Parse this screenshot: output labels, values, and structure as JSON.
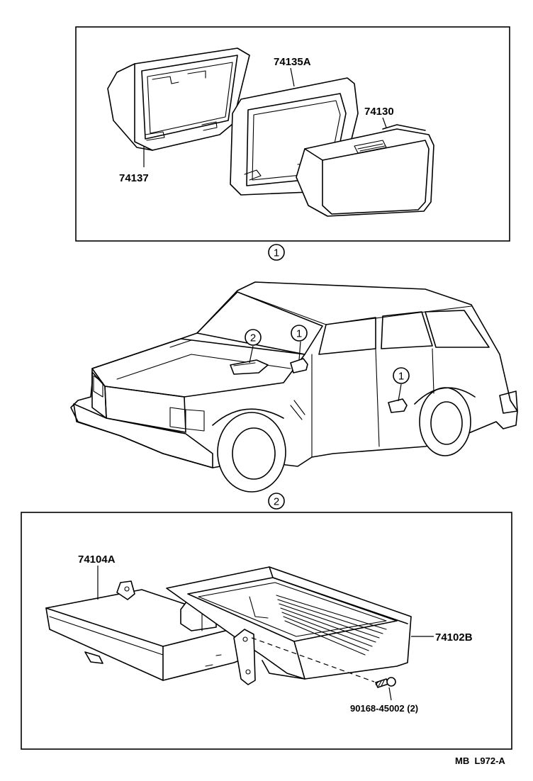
{
  "top_panel": {
    "labels": {
      "part_74135A": "74135A",
      "part_74130": "74130",
      "part_74137": "74137"
    },
    "callout": "1"
  },
  "vehicle": {
    "callouts": [
      "2",
      "1",
      "1"
    ]
  },
  "bottom_panel": {
    "callout": "2",
    "labels": {
      "part_74104A": "74104A",
      "part_74102B": "74102B",
      "part_90168": "90168-45002 (2)"
    }
  },
  "footer": {
    "code": "MB  L972-A"
  }
}
